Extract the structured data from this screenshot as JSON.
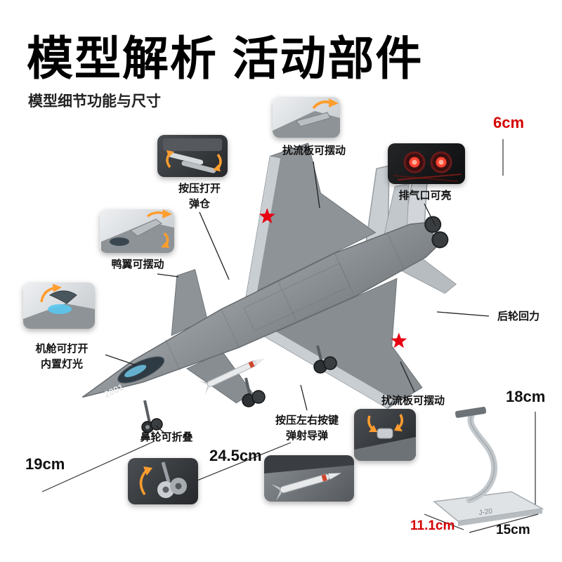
{
  "header": {
    "title": "模型解析 活动部件",
    "subtitle": "模型细节功能与尺寸"
  },
  "callouts": {
    "spoiler_top": {
      "label": "扰流板可摆动"
    },
    "weapon_bay": {
      "line1": "按压打开",
      "line2": "弹仓"
    },
    "exhaust": {
      "label": "排气口可亮"
    },
    "canard": {
      "label": "鸭翼可摆动"
    },
    "cockpit": {
      "line1": "机舱可打开",
      "line2": "内置灯光"
    },
    "nose_wheel": {
      "label": "鼻轮可折叠"
    },
    "rear_wheel": {
      "label": "后轮回力"
    },
    "spoiler_right": {
      "label": "扰流板可摆动"
    },
    "missile_launch": {
      "line1": "按压左右按键",
      "line2": "弹射导弹"
    }
  },
  "dimensions": {
    "tail_height": "6cm",
    "width": "19cm",
    "length": "24.5cm",
    "stand_height": "18cm",
    "stand_base_width": "11.1cm",
    "stand_base_depth": "15cm"
  },
  "aircraft": {
    "nose_marking": "2001"
  },
  "stand": {
    "base_label": "J-20"
  },
  "colors": {
    "accent_red": "#d40000",
    "arrow_orange": "#ff9d2e",
    "star_red": "#e60012",
    "jet_gray": "#8f9498",
    "jet_light_gray": "#c9ced3"
  }
}
